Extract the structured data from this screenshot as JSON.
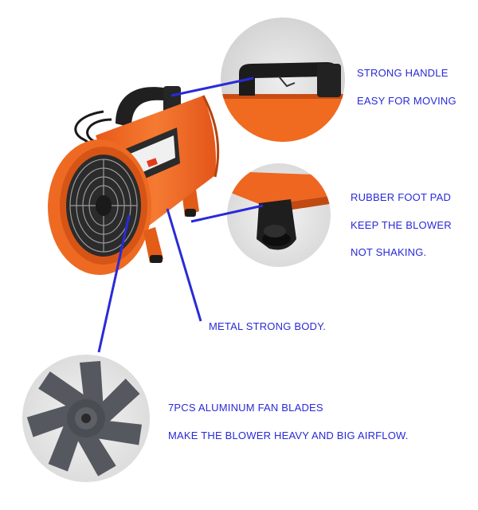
{
  "callouts": {
    "handle": {
      "line1": "STRONG HANDLE",
      "line2": "EASY FOR MOVING"
    },
    "foot": {
      "line1": "RUBBER FOOT PAD",
      "line2": "KEEP THE BLOWER",
      "line3": "NOT SHAKING."
    },
    "body": {
      "line1": "METAL STRONG BODY."
    },
    "blades": {
      "line1": "7PCS ALUMINUM FAN BLADES",
      "line2": "MAKE THE BLOWER HEAVY AND BIG AIRFLOW."
    }
  },
  "colors": {
    "text": "#2a2ad8",
    "leader_line": "#2a2ad8",
    "fan_body": "#f26522",
    "fan_body_dark": "#c94a14",
    "handle": "#222222",
    "blade": "#555960"
  },
  "icons": {
    "main_product": "ventilation-fan-image",
    "handle_detail": "handle-closeup-image",
    "foot_detail": "rubber-foot-closeup-image",
    "blade_detail": "fan-blade-closeup-image"
  }
}
